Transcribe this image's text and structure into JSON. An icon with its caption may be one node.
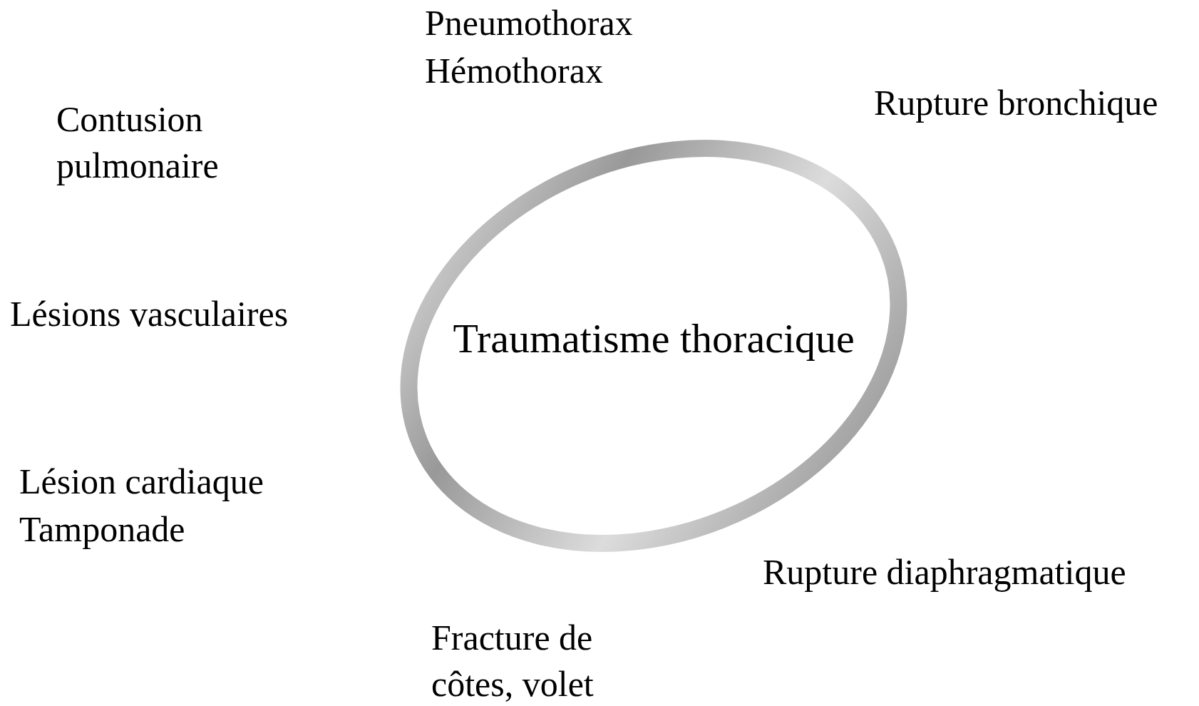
{
  "diagram": {
    "nodes": [
      {
        "text": [
          "Traumatisme thoracique"
        ]
      }
    ],
    "labels": [
      "Pneumothorax",
      "Hémothorax",
      "Rupture bronchique",
      "Contusion pulmonaire",
      "Lésions vasculaires",
      "Lésion cardiaque",
      "Tamponade",
      "Rupture diaphragmatique",
      "Fracture de côtes, volet"
    ]
  }
}
